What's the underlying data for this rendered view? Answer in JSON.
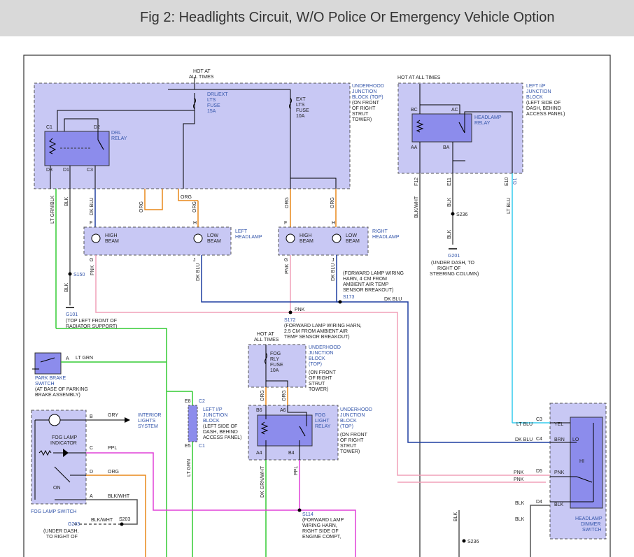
{
  "title": "Fig 2: Headlights Circuit, W/O Police Or Emergency Vehicle Option",
  "colors": {
    "box": "#c8c8f4",
    "component": "#8c8cec",
    "orange": "#e8881a",
    "green": "#33cc33",
    "darkblue": "#1f3fa0",
    "pink": "#f0a0b8",
    "magenta": "#e040d8",
    "cyan": "#33ccee",
    "gray": "#555555",
    "label": "#3355aa"
  },
  "labels": {
    "hot1": "HOT AT",
    "hot2": "ALL TIMES",
    "hot_all": "HOT AT ALL TIMES",
    "drl_fuse": [
      "DRL/EXT",
      "LTS",
      "FUSE",
      "15A"
    ],
    "ext_fuse": [
      "EXT",
      "LTS",
      "FUSE",
      "10A"
    ],
    "ujb_top": [
      "UNDERHOOD",
      "JUNCTION",
      "BLOCK (TOP)"
    ],
    "ujb_top_loc": [
      "(ON FRONT",
      "OF RIGHT",
      "STRUT",
      "TOWER)"
    ],
    "drl_relay": [
      "DRL",
      "RELAY"
    ],
    "c1": "C1",
    "d2": "D2",
    "d3": "D3",
    "d1": "D1",
    "c3": "C3",
    "lip_jb": [
      "LEFT I/P",
      "JUNCTION",
      "BLOCK"
    ],
    "lip_loc": [
      "(LEFT SIDE OF",
      "DASH, BEHIND",
      "ACCESS PANEL)"
    ],
    "bc": "BC",
    "ac": "AC",
    "aa": "AA",
    "ba": "BA",
    "hl_relay": [
      "HEADLAMP",
      "RELAY"
    ],
    "f12": "F12",
    "e11": "E11",
    "e10": "E10",
    "g1": "G1",
    "lt_grn_blk": "LT GRN/BLK",
    "blk": "BLK",
    "dk_blu": "DK BLU",
    "org": "ORG",
    "blk_wht": "BLK/WHT",
    "lt_blu": "LT BLU",
    "s236": "S236",
    "g201": "G201",
    "g201_loc": [
      "(UNDER DASH, TO",
      "RIGHT OF",
      "STEERING COLUMN)"
    ],
    "f": "F",
    "h": "H",
    "g": "G",
    "j": "J",
    "high": [
      "HIGH",
      "BEAM"
    ],
    "low": [
      "LOW",
      "BEAM"
    ],
    "left_hl": [
      "LEFT",
      "HEADLAMP"
    ],
    "right_hl": [
      "RIGHT",
      "HEADLAMP"
    ],
    "pnk": "PNK",
    "s150": "S150",
    "s173": "S173",
    "fwd_harn": [
      "(FORWARD LAMP WIRING",
      "HARN, 4 CM FROM",
      "AMBIENT AIR TEMP",
      "SENSOR BREAKOUT)"
    ],
    "g101": "G101",
    "g101_loc": [
      "(TOP LEFT FRONT OF",
      "RADIATOR SUPPORT)"
    ],
    "s172": "S172",
    "s172_loc": [
      "(FORWARD LAMP WIRING HARN,",
      "2.5 CM FROM AMBIENT AIR",
      "TEMP SENSOR BREAKOUT)"
    ],
    "fog_fuse": [
      "FOG",
      "RLY",
      "FUSE",
      "10A"
    ],
    "ujb_top2": [
      "UNDERHOOD",
      "JUNCTION",
      "BLOCK",
      "(TOP)"
    ],
    "ujb_top2_loc": [
      "(ON FRONT",
      "OF RIGHT",
      "STRUT",
      "TOWER)"
    ],
    "a": "A",
    "lt_grn": "LT GRN",
    "park_brake": [
      "PARK BRAKE",
      "SWITCH"
    ],
    "park_loc": [
      "(AT BASE OF PARKING",
      "BRAKE ASSEMBLY)"
    ],
    "e8": "E8",
    "c2": "C2",
    "e5": "E5",
    "c1b": "C1",
    "lip_jb2": [
      "LEFT I/P",
      "JUNCTION",
      "BLOCK"
    ],
    "lip_loc2": [
      "(LEFT SIDE OF",
      "DASH, BEHIND",
      "ACCESS PANEL)"
    ],
    "b6": "B6",
    "a6": "A6",
    "a4": "A4",
    "b4": "B4",
    "fog_relay": [
      "FOG",
      "LIGHT",
      "RELAY"
    ],
    "ujb2": [
      "UNDERHOOD",
      "JUNCTION",
      "BLOCK",
      "(TOP)"
    ],
    "ujb2_loc": [
      "(ON FRONT",
      "OF RIGHT",
      "STRUT",
      "TOWER)"
    ],
    "b": "B",
    "c": "C",
    "d": "D",
    "gry": "GRY",
    "interior": [
      "INTERIOR",
      "LIGHTS",
      "SYSTEM"
    ],
    "fog_ind": [
      "FOG LAMP",
      "INDICATOR"
    ],
    "ppl": "PPL",
    "on": "ON",
    "fog_sw": "FOG LAMP SWITCH",
    "dk_grn_wht": "DK GRN/WHT",
    "lt_grn2": "LT GRN",
    "g203": "G203",
    "s203": "S203",
    "g203_loc": [
      "(UNDER DASH,",
      "TO RIGHT OF"
    ],
    "s114": "S114",
    "s114_loc": [
      "(FORWARD LAMP",
      "WIRING HARN,",
      "RIGHT SIDE OF",
      "ENGINE COMPT,"
    ],
    "c4": "C4",
    "d5": "D5",
    "d4": "D4",
    "yel": "YEL",
    "brn": "BRN",
    "lo": "LO",
    "hi": "HI",
    "dimmer": [
      "HEADLAMP",
      "DIMMER",
      "SWITCH"
    ],
    "s236b": "S236"
  }
}
